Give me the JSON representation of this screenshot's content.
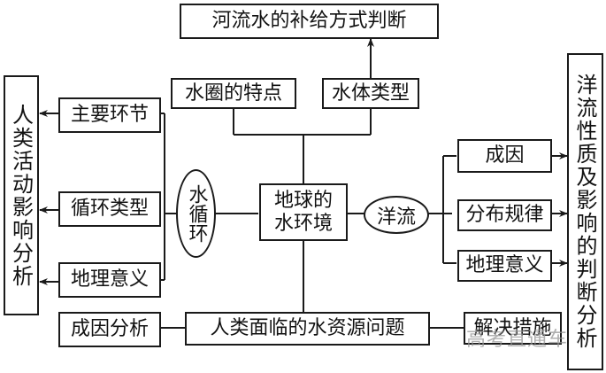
{
  "title_box": "河流水的补给方式判断",
  "top": {
    "features": "水圈的特点",
    "water_body_types": "水体类型"
  },
  "center": {
    "line1": "地球的",
    "line2": "水环境"
  },
  "water_cycle": {
    "label": "水循环",
    "items": [
      "主要环节",
      "循环类型",
      "地理意义"
    ],
    "target": "人类活动影响分析"
  },
  "ocean_current": {
    "label": "洋流",
    "items": [
      "成因",
      "分布规律",
      "地理意义"
    ],
    "target": "洋流性质及影响的判断分析"
  },
  "water_resources": {
    "problem": "人类面临的水资源问题",
    "cause": "成因分析",
    "solution": "解决措施"
  },
  "watermark": "高考直通车"
}
